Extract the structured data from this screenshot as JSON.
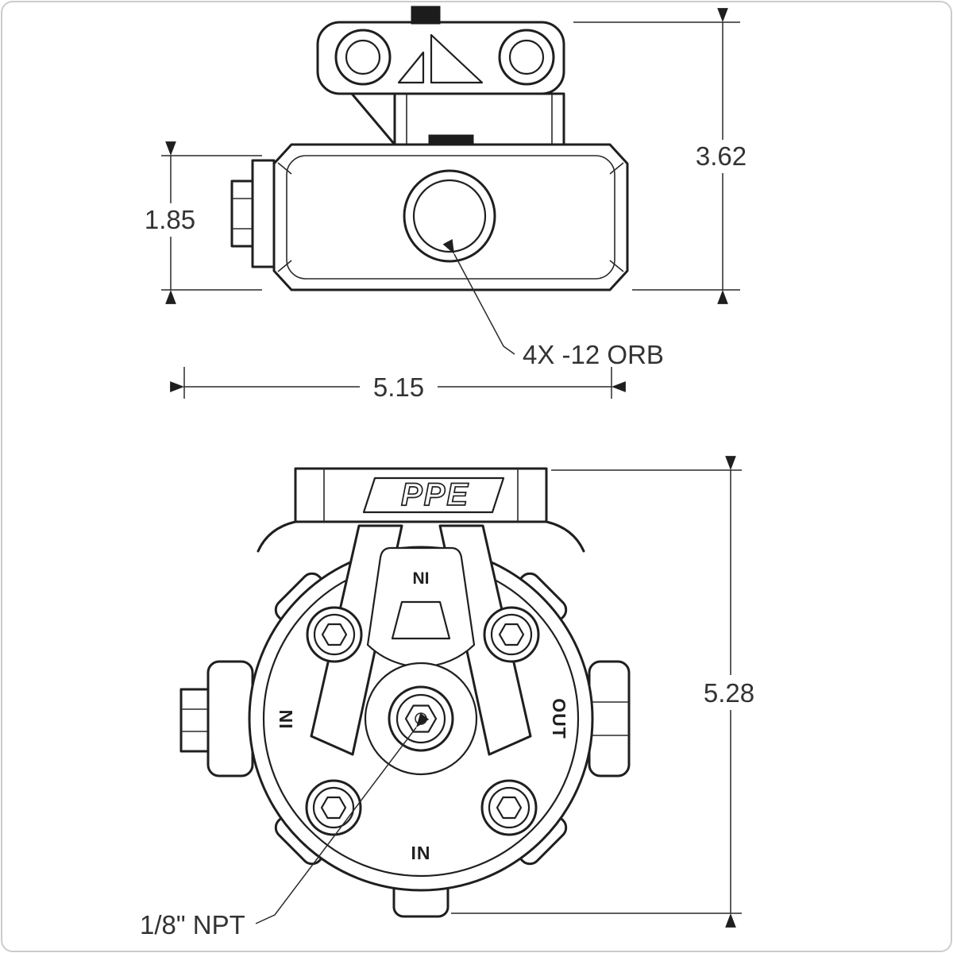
{
  "drawing": {
    "logo": "PPE",
    "dims": {
      "overall_height": "3.62",
      "inlet_height": "1.85",
      "width": "5.15",
      "front_height": "5.28"
    },
    "callouts": {
      "orb": "4X -12 ORB",
      "npt": "1/8\" NPT"
    },
    "ports": {
      "top": "IN",
      "left": "IN",
      "right": "OUT",
      "bottom": "IN"
    }
  }
}
